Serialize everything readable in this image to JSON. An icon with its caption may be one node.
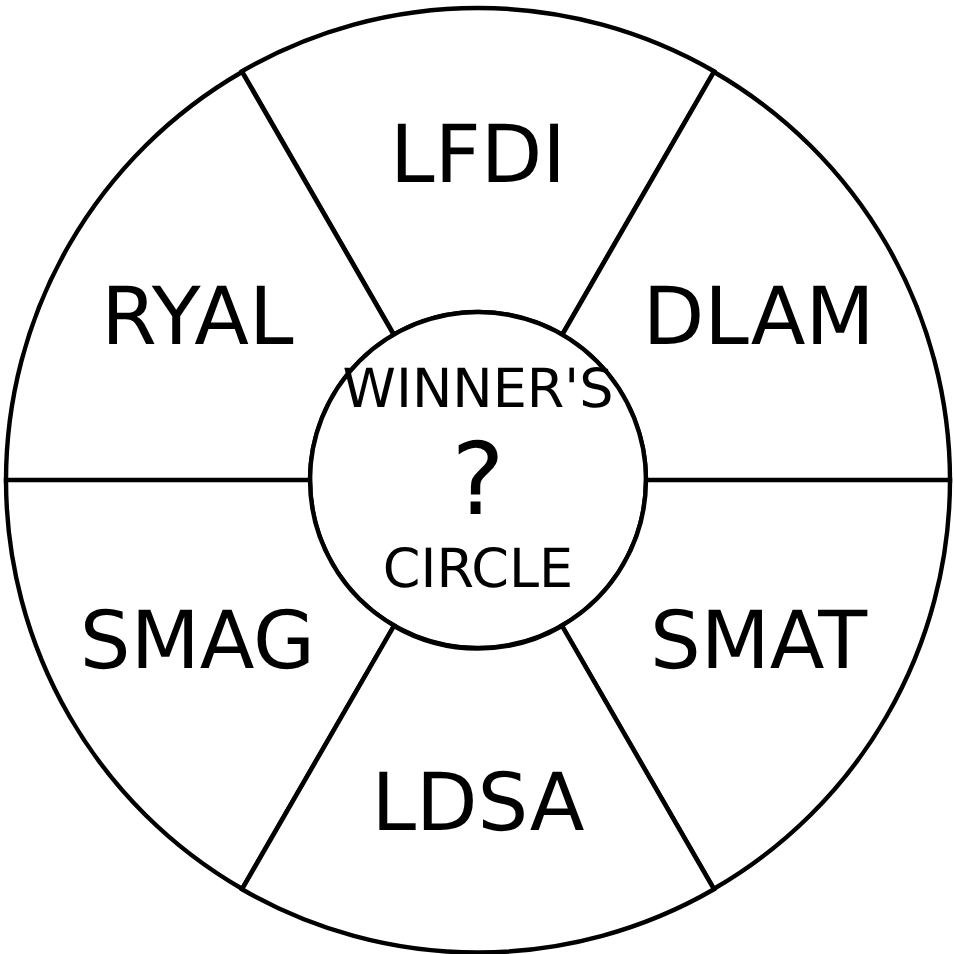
{
  "diagram": {
    "nodes": [
      {
        "text": [
          "LFDI"
        ]
      },
      {
        "text": [
          "RYAL"
        ]
      },
      {
        "text": [
          "DLAM"
        ]
      },
      {
        "text": [
          "WINNER'S",
          "?",
          "CIRCLE"
        ]
      },
      {
        "text": [
          "SMAG"
        ]
      },
      {
        "text": [
          "SMAT"
        ]
      },
      {
        "text": [
          "LDSA"
        ]
      }
    ]
  }
}
